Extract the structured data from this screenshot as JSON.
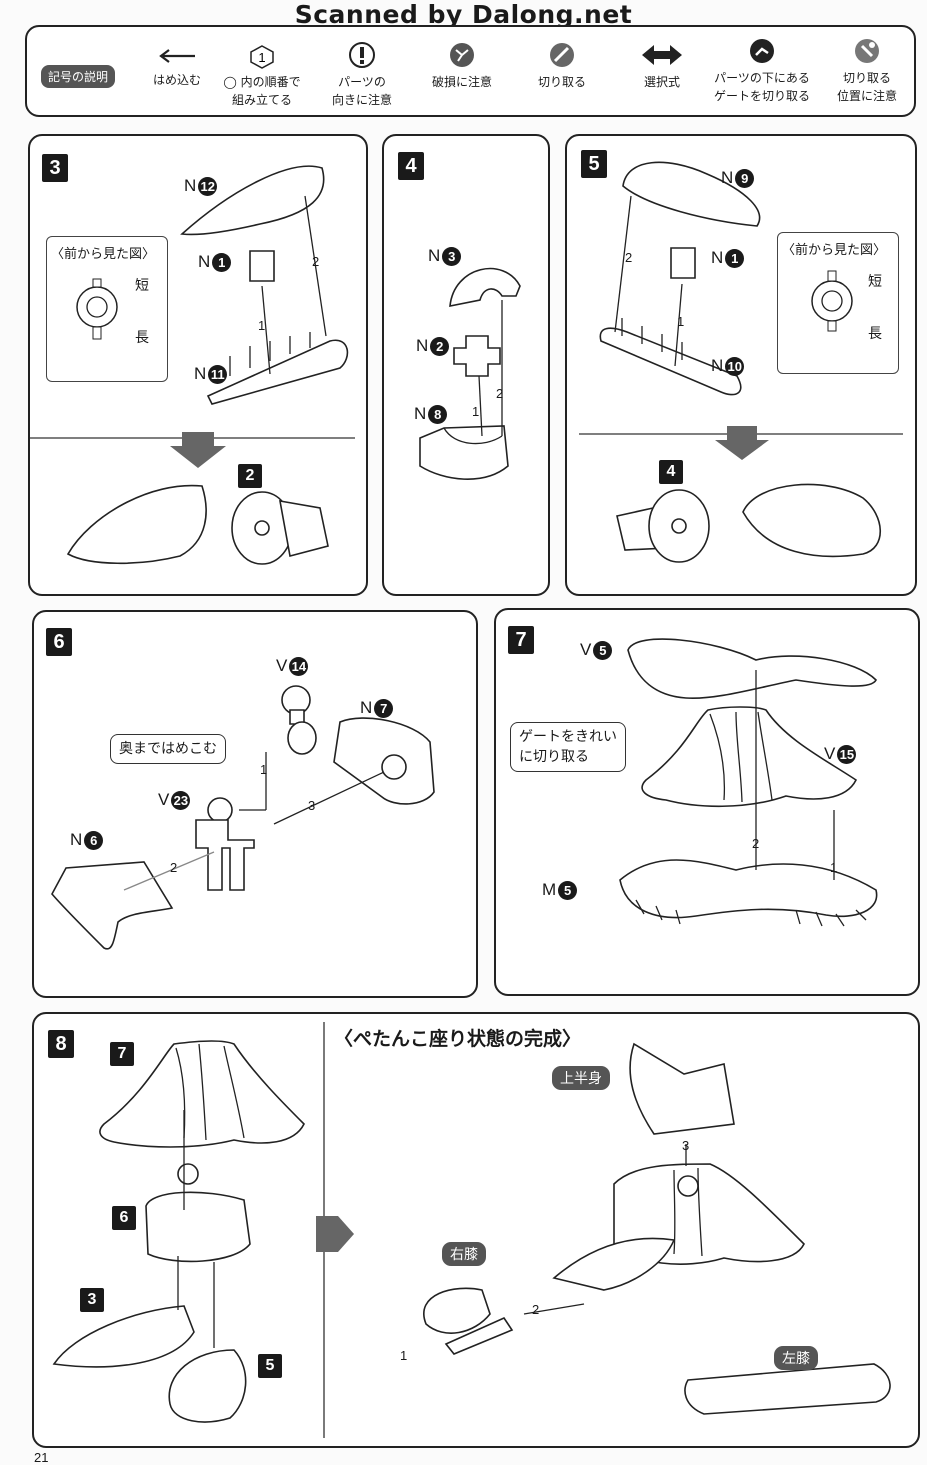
{
  "scan_credit": "Scanned by Dalong.net",
  "legend": {
    "title": "記号の説明",
    "symbols": [
      {
        "icon": "arrow-left-icon",
        "line1": "はめ込む",
        "line2": ""
      },
      {
        "icon": "numbered-hexagon-icon",
        "glyph": "1",
        "line1": "◯ 内の順番で",
        "line2": "組み立てる"
      },
      {
        "icon": "exclamation-icon",
        "line1": "パーツの",
        "line2": "向きに注意"
      },
      {
        "icon": "breakage-icon",
        "line1": "破損に注意",
        "line2": ""
      },
      {
        "icon": "cut-icon",
        "line1": "切り取る",
        "line2": ""
      },
      {
        "icon": "double-arrow-icon",
        "line1": "選択式",
        "line2": ""
      },
      {
        "icon": "gate-cut-icon",
        "line1": "パーツの下にある",
        "line2": "ゲートを切り取る"
      },
      {
        "icon": "cut-position-icon",
        "line1": "切り取る",
        "line2": "位置に注意"
      }
    ]
  },
  "steps": {
    "s3": {
      "number": "3",
      "parts": {
        "a": "N",
        "a_num": "12",
        "b": "N",
        "b_num": "1",
        "c": "N",
        "c_num": "11"
      },
      "view_box": {
        "title": "〈前から見た図〉",
        "short": "短",
        "long": "長"
      },
      "seq": [
        "1",
        "2"
      ],
      "ref": "2"
    },
    "s4": {
      "number": "4",
      "parts": {
        "a": "N",
        "a_num": "3",
        "b": "N",
        "b_num": "2",
        "c": "N",
        "c_num": "8"
      },
      "seq": [
        "1",
        "2"
      ]
    },
    "s5": {
      "number": "5",
      "parts": {
        "a": "N",
        "a_num": "9",
        "b": "N",
        "b_num": "1",
        "c": "N",
        "c_num": "10"
      },
      "view_box": {
        "title": "〈前から見た図〉",
        "short": "短",
        "long": "長"
      },
      "seq": [
        "1",
        "2"
      ],
      "ref": "4"
    },
    "s6": {
      "number": "6",
      "parts": {
        "a": "V",
        "a_num": "14",
        "b": "N",
        "b_num": "7",
        "c": "V",
        "c_num": "23",
        "d": "N",
        "d_num": "6"
      },
      "callout": "奥まではめこむ",
      "seq": [
        "1",
        "2",
        "3"
      ]
    },
    "s7": {
      "number": "7",
      "parts": {
        "a": "V",
        "a_num": "5",
        "b": "V",
        "b_num": "15",
        "c": "M",
        "c_num": "5"
      },
      "callout_line1": "ゲートをきれい",
      "callout_line2": "に切り取る",
      "seq": [
        "1",
        "2"
      ]
    },
    "s8": {
      "number": "8",
      "refs": [
        "7",
        "6",
        "3",
        "5"
      ],
      "heading": "〈ぺたんこ座り状態の完成〉",
      "labels": {
        "upper": "上半身",
        "right_knee": "右膝",
        "left_knee": "左膝"
      },
      "seq": [
        "1",
        "2",
        "3"
      ]
    }
  },
  "page_number": "21"
}
